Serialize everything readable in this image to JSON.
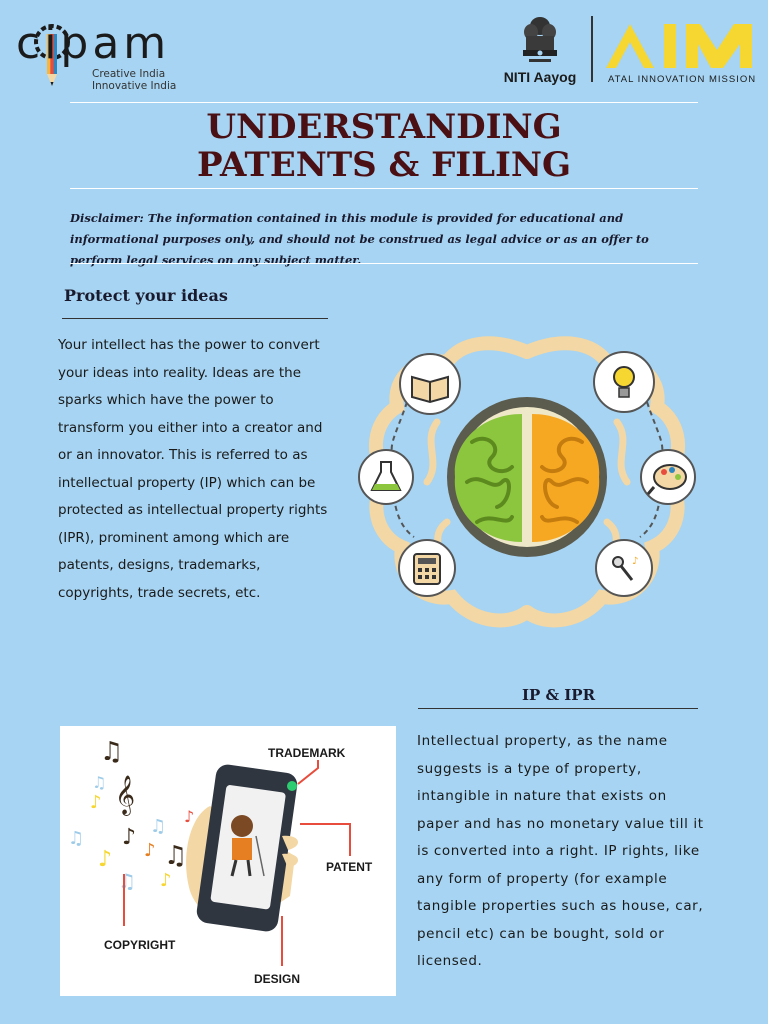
{
  "header": {
    "cipam_word": "cipam",
    "cipam_tagline_1": "Creative India",
    "cipam_tagline_2": "Innovative India",
    "niti_label": "NITI Aayog",
    "aim_label": "ATAL INNOVATION MISSION"
  },
  "title": {
    "line1": "UNDERSTANDING",
    "line2": "PATENTS & FILING"
  },
  "disclaimer": "Disclaimer: The information contained in this module is provided for educational and informational purposes only, and should not be construed as legal advice or as an offer to perform legal services on any subject matter.",
  "protect": {
    "heading": "Protect your ideas",
    "body": "Your intellect has the power to convert your ideas into reality. Ideas are the sparks which have the power to transform you either into a creator and or an innovator. This is referred to as intellectual property (IP) which can be protected as intellectual property rights (IPR), prominent among which are patents, designs, trademarks, copyrights, trade secrets, etc."
  },
  "ip": {
    "heading": "IP & IPR",
    "body": "Intellectual property, as the name suggests is a type of property, intangible in nature that exists on paper and has no monetary value till it is converted into a right. IP rights, like any form of property (for example tangible properties such as house, car, pencil etc) can be bought, sold or licensed."
  },
  "illustration": {
    "trademark": "TRADEMARK",
    "patent": "PATENT",
    "copyright": "COPYRIGHT",
    "design": "DESIGN"
  },
  "icons": {
    "brain": "brain-icon",
    "book": "book-icon",
    "bulb": "lightbulb-icon",
    "flask": "flask-icon",
    "palette": "palette-icon",
    "calculator": "calculator-icon",
    "microphone": "microphone-icon"
  },
  "colors": {
    "background": "#a6d4f2",
    "title": "#4a1014",
    "brain_left": "#8cc63f",
    "brain_right": "#f7a823",
    "aim_yellow": "#f6d630"
  }
}
